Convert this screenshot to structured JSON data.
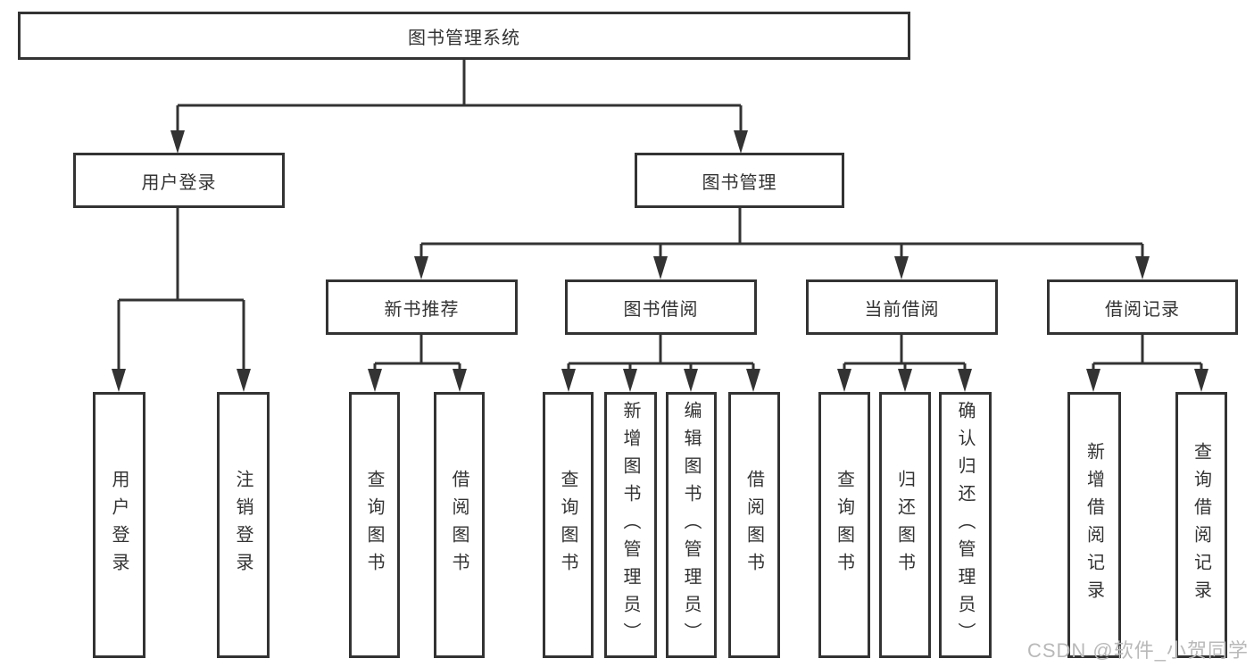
{
  "diagram": {
    "root_label": "图书管理系统",
    "level2": [
      {
        "label": "用户登录",
        "children": [
          "用户登录",
          "注销登录"
        ]
      },
      {
        "label": "图书管理"
      }
    ],
    "level3": [
      {
        "label": "新书推荐",
        "children": [
          "查询图书",
          "借阅图书"
        ]
      },
      {
        "label": "图书借阅",
        "children": [
          "查询图书",
          "新增图书（管理员）",
          "编辑图书（管理员）",
          "借阅图书"
        ]
      },
      {
        "label": "当前借阅",
        "children": [
          "查询图书",
          "归还图书",
          "确认归还（管理员）"
        ]
      },
      {
        "label": "借阅记录",
        "children": [
          "新增借阅记录",
          "查询借阅记录"
        ]
      }
    ]
  },
  "watermark": {
    "text": "CSDN @软件_小贺同学"
  },
  "colors": {
    "line": "#333333",
    "text": "#333333",
    "background": "#ffffff",
    "watermark": "#b9b9b9"
  }
}
